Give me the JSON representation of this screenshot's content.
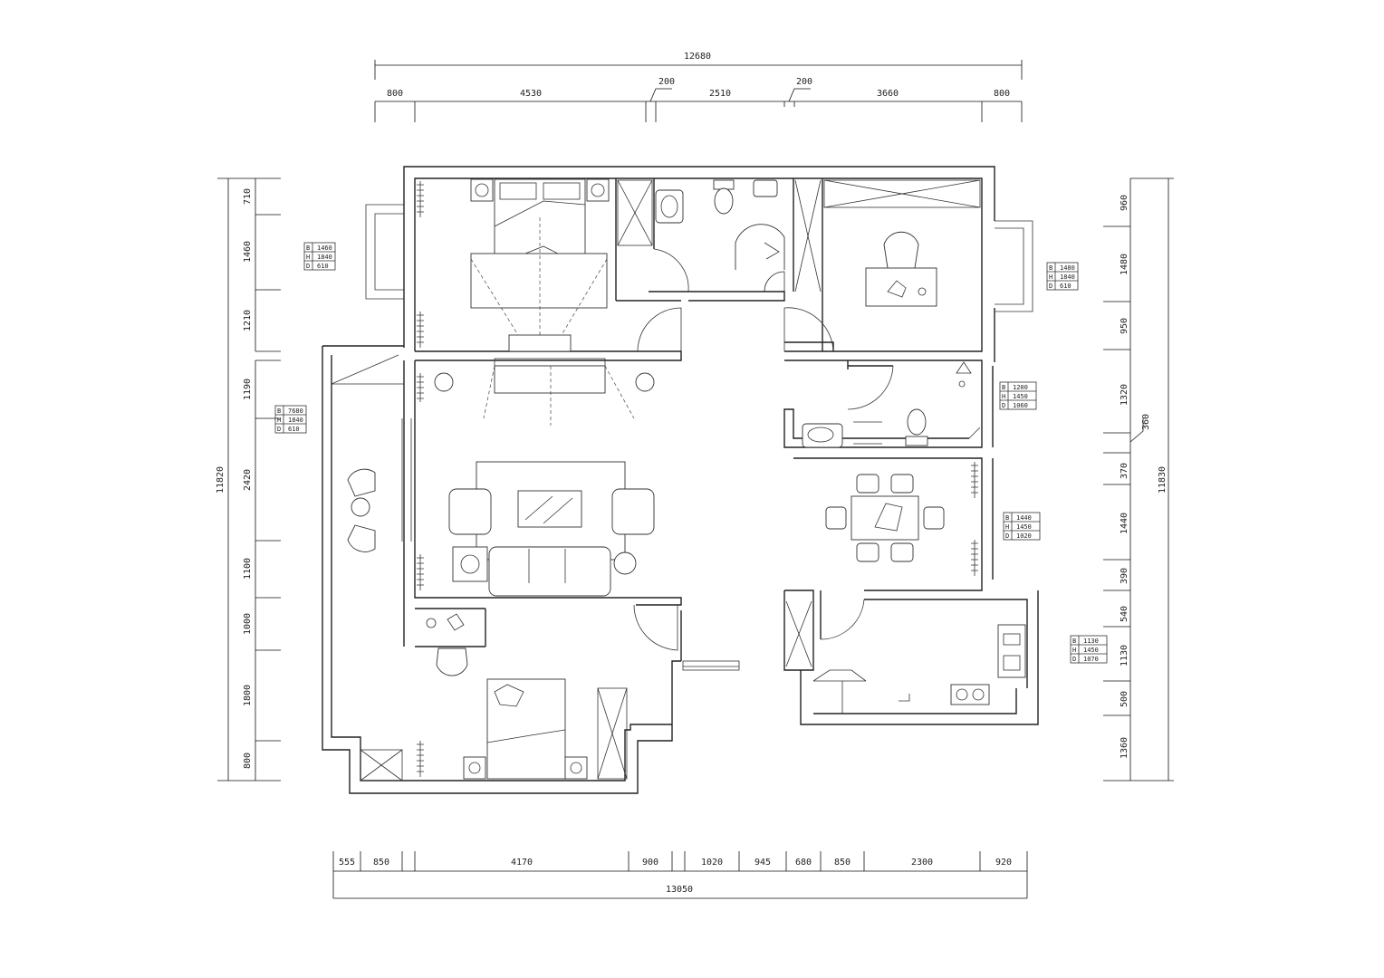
{
  "dimensions": {
    "top_total": "12680",
    "top_segments": [
      "800",
      "4530",
      "200",
      "2510",
      "200",
      "3660",
      "800"
    ],
    "bottom_total": "13050",
    "bottom_segments": [
      "555",
      "850",
      "4170",
      "900",
      "1020",
      "945",
      "680",
      "850",
      "2300",
      "920"
    ],
    "left_total": "11820",
    "left_segments": [
      "710",
      "1460",
      "1210",
      "1190",
      "2420",
      "1100",
      "1000",
      "1800",
      "800"
    ],
    "right_total": "11830",
    "right_segments": [
      "960",
      "1480",
      "950",
      "1320",
      "370",
      "1440",
      "390",
      "540",
      "1130",
      "500",
      "1360"
    ],
    "right_extra": "360"
  },
  "window_specs": [
    {
      "b": "1460",
      "h": "1840",
      "d": "610"
    },
    {
      "b": "7680",
      "h": "1840",
      "d": "610"
    },
    {
      "b": "1480",
      "h": "1840",
      "d": "610"
    },
    {
      "b": "1200",
      "h": "1450",
      "d": "1060"
    },
    {
      "b": "1440",
      "h": "1450",
      "d": "1020"
    },
    {
      "b": "1130",
      "h": "1450",
      "d": "1070"
    }
  ],
  "spec_labels": {
    "b": "B",
    "h": "H",
    "d": "D"
  }
}
